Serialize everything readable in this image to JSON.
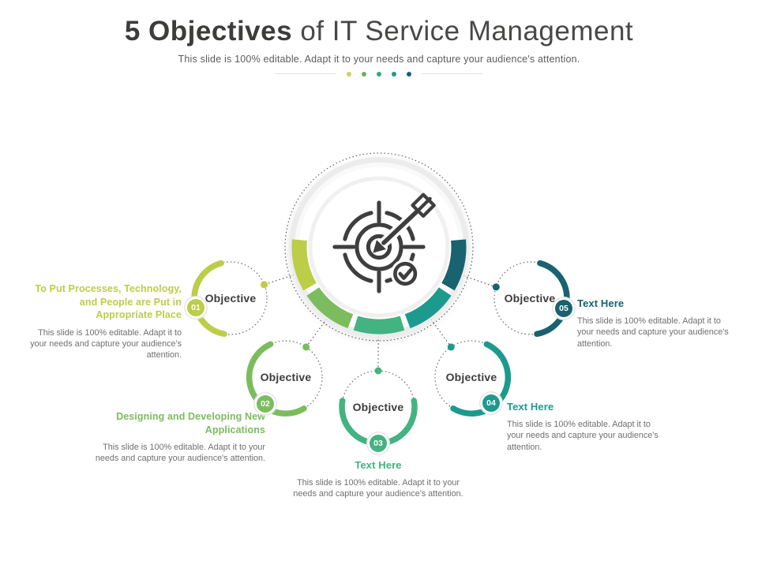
{
  "header": {
    "title_bold": "5 Objectives",
    "title_rest": "of IT Service Management",
    "subtitle": "This slide is 100% editable. Adapt it to your needs and capture your audience's attention."
  },
  "center": {
    "icon": "target-arrow-check-icon"
  },
  "palette": {
    "c1": "#bccd47",
    "c2": "#7bbd5e",
    "c3": "#42b381",
    "c4": "#1d9a8e",
    "c5": "#19626f"
  },
  "objectives": [
    {
      "num": "01",
      "label": "Objective",
      "heading": "To Put Processes, Technology, and People are Put in Appropriate Place",
      "body": "This slide is 100% editable. Adapt it to your needs and capture your audience's attention.",
      "color": "#bccd47"
    },
    {
      "num": "02",
      "label": "Objective",
      "heading": "Designing and Developing New Applications",
      "body": "This slide is 100% editable. Adapt it to your needs and capture your audience's attention.",
      "color": "#7bbd5e"
    },
    {
      "num": "03",
      "label": "Objective",
      "heading": "Text Here",
      "body": "This slide is 100% editable. Adapt it to your needs and capture your audience's attention.",
      "color": "#42b381"
    },
    {
      "num": "04",
      "label": "Objective",
      "heading": "Text Here",
      "body": "This slide is 100% editable. Adapt it to your needs and capture your audience's attention.",
      "color": "#1d9a8e"
    },
    {
      "num": "05",
      "label": "Objective",
      "heading": "Text Here",
      "body": "This slide is 100% editable. Adapt it to your needs and capture your audience's attention.",
      "color": "#19626f"
    }
  ]
}
